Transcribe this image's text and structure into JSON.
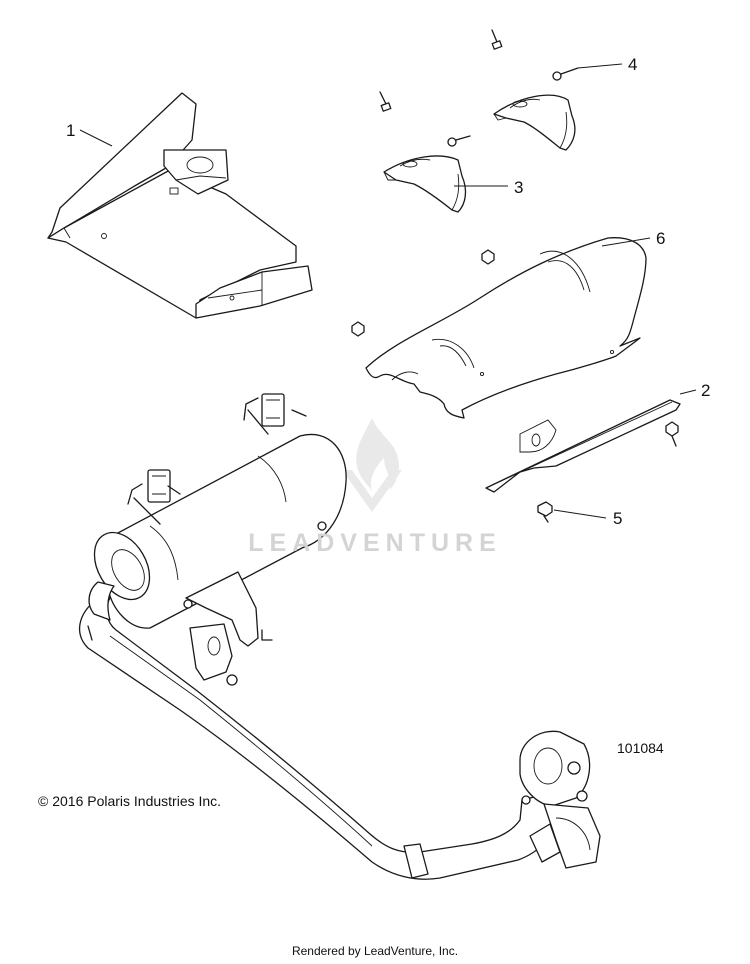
{
  "callouts": [
    {
      "id": "1",
      "label": "1"
    },
    {
      "id": "2",
      "label": "2"
    },
    {
      "id": "3",
      "label": "3"
    },
    {
      "id": "4",
      "label": "4"
    },
    {
      "id": "5",
      "label": "5"
    },
    {
      "id": "6",
      "label": "6"
    }
  ],
  "copyright": "© 2016 Polaris Industries Inc.",
  "diagram_number": "101084",
  "watermark": "LEADVENTURE",
  "footer": "Rendered by LeadVenture, Inc."
}
